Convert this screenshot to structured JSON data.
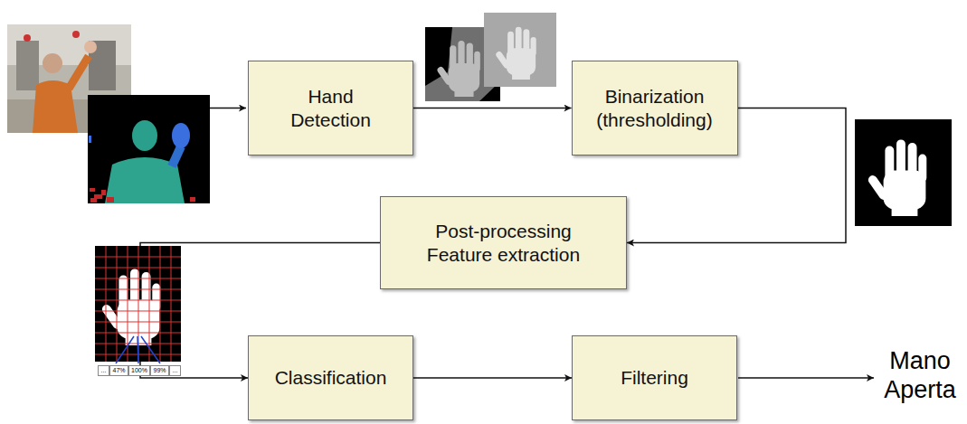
{
  "diagram": {
    "nodes": [
      {
        "text": [
          "Hand Detection"
        ]
      },
      {
        "text": [
          "Binarization (thresholding)"
        ]
      },
      {
        "text": [
          "Post-processing Feature extraction"
        ]
      },
      {
        "text": [
          "Classification"
        ]
      },
      {
        "text": [
          "Filtering"
        ]
      }
    ],
    "edges": [
      {
        "from": 0,
        "to": 1,
        "arrow": "to"
      },
      {
        "from": 1,
        "to": 2,
        "arrow": "to"
      },
      {
        "from": 2,
        "to": 3,
        "arrow": "to"
      },
      {
        "from": 3,
        "to": 4,
        "arrow": "to"
      }
    ],
    "labels": [
      "...",
      "47%",
      "100%",
      "99%",
      "...",
      "Mano Aperta"
    ]
  }
}
